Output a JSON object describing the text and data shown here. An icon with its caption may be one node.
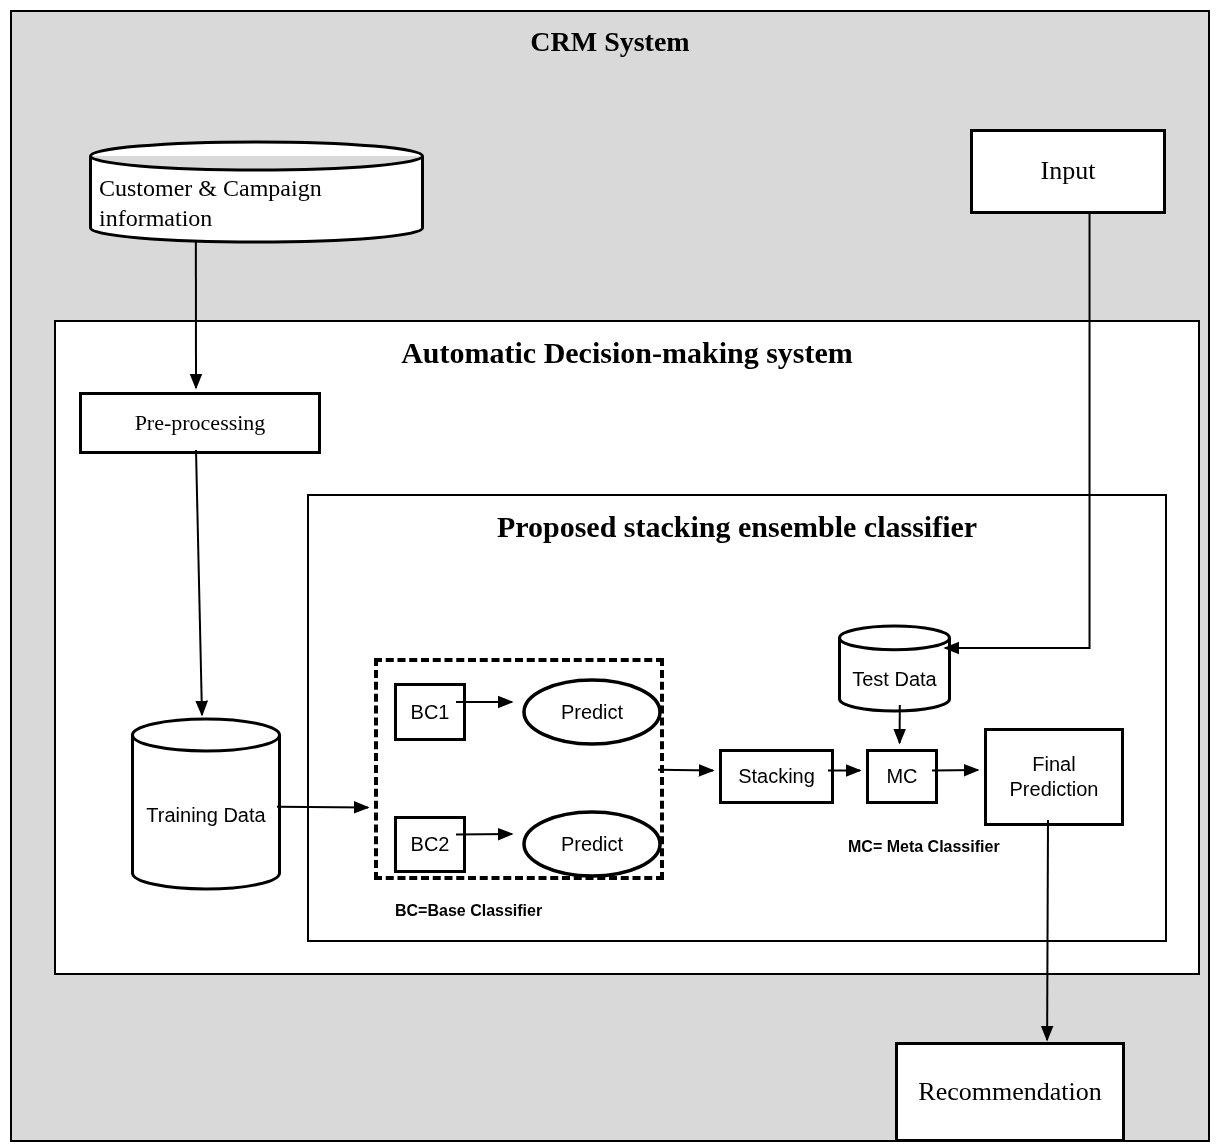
{
  "diagram": {
    "nodes": [
      {
        "text": [
          "CRM System"
        ]
      },
      {
        "text": [
          "Customer & Campaign information"
        ],
        "in": 0
      },
      {
        "text": [
          "Input"
        ],
        "in": 0
      },
      {
        "text": [
          "Automatic Decision-making system"
        ],
        "in": 0
      },
      {
        "text": [
          "Pre-processing"
        ],
        "in": 3
      },
      {
        "text": [
          "Training Data"
        ],
        "in": 3
      },
      {
        "text": [
          "Proposed stacking ensemble classifier"
        ],
        "in": 3
      },
      {
        "text": [],
        "shape": "box",
        "in": 6
      },
      {
        "text": [
          "BC1"
        ],
        "in": 7
      },
      {
        "text": [
          "Predict"
        ],
        "in": 7
      },
      {
        "text": [
          "BC2"
        ],
        "in": 7
      },
      {
        "text": [
          "Predict"
        ],
        "in": 7
      },
      {
        "text": [
          "Stacking"
        ],
        "in": 6
      },
      {
        "text": [
          "Test Data"
        ],
        "in": 6
      },
      {
        "text": [
          "MC"
        ],
        "in": 6
      },
      {
        "text": [
          "Final Prediction"
        ],
        "in": 6
      },
      {
        "text": [
          "Recommendation"
        ],
        "in": 0
      }
    ],
    "edges": [
      {
        "from": 1,
        "to": 4,
        "arrow": "to"
      },
      {
        "from": 4,
        "to": 5,
        "arrow": "to"
      },
      {
        "from": 5,
        "to": 7,
        "arrow": "to"
      },
      {
        "from": 8,
        "to": 9,
        "arrow": "to"
      },
      {
        "from": 10,
        "to": 11,
        "arrow": "to"
      },
      {
        "from": 7,
        "to": 12,
        "arrow": "to"
      },
      {
        "from": 12,
        "to": 14,
        "arrow": "to"
      },
      {
        "from": 14,
        "to": 15,
        "arrow": "to"
      },
      {
        "from": 13,
        "to": 14,
        "arrow": "to"
      },
      {
        "from": 2,
        "to": 13,
        "arrow": "to"
      },
      {
        "from": 15,
        "to": 16,
        "arrow": "to"
      }
    ],
    "labels": [
      "BC=Base Classifier",
      "MC= Meta Classifier"
    ]
  }
}
